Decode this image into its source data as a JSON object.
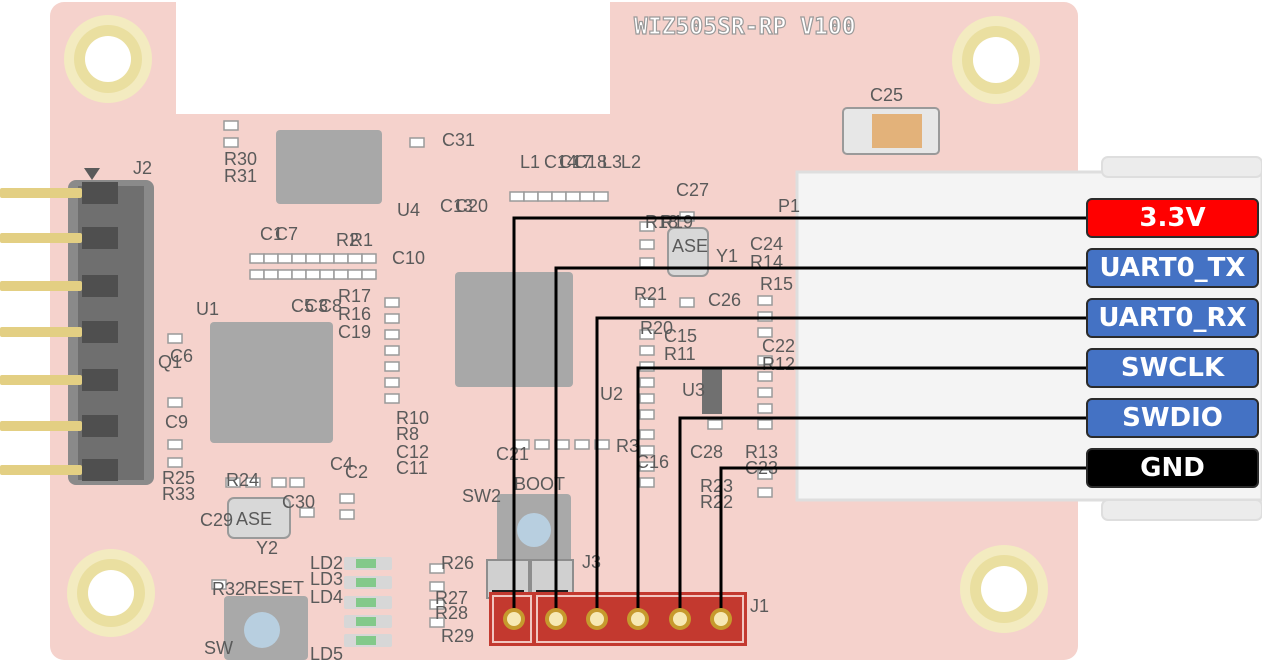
{
  "board": {
    "title": "WIZ505SR-RP V100",
    "colors": {
      "pcb": "#f5d2cc",
      "pcb_edge": "#eecac3",
      "chip": "#a8a8a8",
      "pin_header": "#c3392f"
    }
  },
  "components": {
    "top_left": [
      "J2",
      "R30",
      "R31",
      "U4",
      "C31",
      "C1",
      "C7",
      "R2",
      "R1",
      "C10",
      "C13",
      "C20",
      "C5",
      "C3",
      "C8",
      "R17",
      "R16",
      "C19",
      "U1",
      "C6"
    ],
    "mid": [
      "L1",
      "C14",
      "C17",
      "C18",
      "L3",
      "L2",
      "C27",
      "R18",
      "R19",
      "Y1",
      "C24",
      "R14",
      "R15",
      "R21",
      "C26",
      "R20",
      "C15",
      "R11",
      "C22",
      "R12",
      "U2",
      "U3"
    ],
    "lower": [
      "C9",
      "R10",
      "R8",
      "C12",
      "C11",
      "R25",
      "R33",
      "R24",
      "C4",
      "C2",
      "C29",
      "C30",
      "C21",
      "R3",
      "C16",
      "C28",
      "R13",
      "C23",
      "R23",
      "R22",
      "P1",
      "C25",
      "Q1",
      "ASE",
      "ASE2"
    ],
    "bottom": [
      "SW2",
      "BOOT",
      "Y2",
      "R32",
      "RESET",
      "SW",
      "LD2",
      "LD3",
      "LD4",
      "LD5",
      "R26",
      "R27",
      "R28",
      "R29",
      "J3",
      "J1"
    ]
  },
  "pins": [
    {
      "label": "3.3V",
      "color": "#ff0000"
    },
    {
      "label": "UART0_TX",
      "color": "#4472c4"
    },
    {
      "label": "UART0_RX",
      "color": "#4472c4"
    },
    {
      "label": "SWCLK",
      "color": "#4472c4"
    },
    {
      "label": "SWDIO",
      "color": "#4472c4"
    },
    {
      "label": "GND",
      "color": "#000000"
    }
  ]
}
